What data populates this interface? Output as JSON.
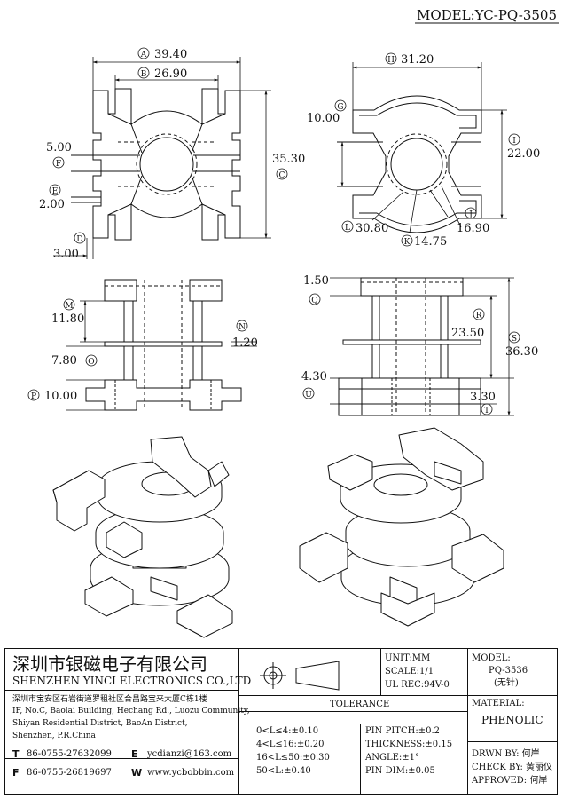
{
  "model_label": "MODEL:YC-PQ-3505",
  "dims": {
    "A": {
      "letter": "A",
      "value": "39.40"
    },
    "B": {
      "letter": "B",
      "value": "26.90"
    },
    "C": {
      "letter": "C",
      "value": "35.30"
    },
    "D": {
      "letter": "D",
      "value": "3.00"
    },
    "E": {
      "letter": "E",
      "value": "2.00"
    },
    "F": {
      "letter": "F",
      "value": "5.00"
    },
    "G": {
      "letter": "G",
      "value": "10.00"
    },
    "H": {
      "letter": "H",
      "value": "31.20"
    },
    "I": {
      "letter": "I",
      "value": "22.00"
    },
    "J": {
      "letter": "J",
      "value": "16.90"
    },
    "K": {
      "letter": "K",
      "value": "14.75"
    },
    "L": {
      "letter": "L",
      "value": "30.80"
    },
    "M": {
      "letter": "M",
      "value": "11.80"
    },
    "N": {
      "letter": "N",
      "value": "1.20"
    },
    "O": {
      "letter": "O",
      "value": "7.80"
    },
    "P": {
      "letter": "P",
      "value": "10.00"
    },
    "Q": {
      "letter": "Q",
      "value": "1.50"
    },
    "R": {
      "letter": "R",
      "value": "23.50"
    },
    "S": {
      "letter": "S",
      "value": "36.30"
    },
    "T": {
      "letter": "T",
      "value": "3.30"
    },
    "U": {
      "letter": "U",
      "value": "4.30"
    }
  },
  "company": {
    "name_cn": "深圳市银磁电子有限公司",
    "name_en": "SHENZHEN YINCI ELECTRONICS CO.,LTD",
    "address_cn": "深圳市宝安区石岩街道罗租社区合昌路宝来大厦C栋1楼",
    "address_en": [
      "IF, No.C, Baolai Building, Hechang Rd., Luozu Community,",
      "Shiyan Residential District, BaoAn District,",
      "Shenzhen, P.R.China"
    ],
    "tel_letter": "T",
    "tel": "86-0755-27632099",
    "fax_letter": "F",
    "fax": "86-0755-26819697",
    "email_letter": "E",
    "email": "ycdianzi@163.com",
    "web_letter": "W",
    "web": "www.ycbobbin.com"
  },
  "specs": {
    "unit": "UNIT:MM",
    "scale": "SCALE:1/1",
    "ul_rec": "UL REC:94V-0",
    "model_title": "MODEL:",
    "model_value": "PQ-3536",
    "model_note": "(无针)",
    "material_title": "MATERIAL:",
    "material_value": "PHENOLIC"
  },
  "tolerance": {
    "title": "TOLERANCE",
    "left": [
      "0<L≤4:±0.10",
      "4<L≤16:±0.20",
      "16<L≤50:±0.30",
      "50<L:±0.40"
    ],
    "right": [
      "PIN PITCH:±0.2",
      "THICKNESS:±0.15",
      "ANGLE:±1°",
      "PIN DIM:±0.05"
    ]
  },
  "signoff": {
    "drawn": "DRWN BY: 何岸",
    "check": "CHECK BY: 黄丽仪",
    "approved": "APPROVED: 何岸"
  }
}
